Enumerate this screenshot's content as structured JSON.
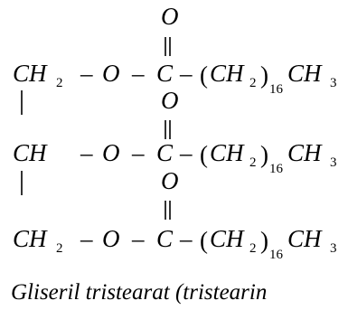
{
  "molecule": {
    "rows": [
      {
        "carbon_group": "CH",
        "carbon_subscript": "2",
        "oxygen": "O",
        "carbonyl_carbon": "C",
        "carbonyl_oxygen": "O",
        "open_paren": "(",
        "chain_group": "CH",
        "chain_subscript": "2",
        "close_paren": ")",
        "repeat_count": "16",
        "end_group": "CH",
        "end_subscript": "3"
      },
      {
        "carbon_group": "CH",
        "carbon_subscript": "",
        "oxygen": "O",
        "carbonyl_carbon": "C",
        "carbonyl_oxygen": "O",
        "open_paren": "(",
        "chain_group": "CH",
        "chain_subscript": "2",
        "close_paren": ")",
        "repeat_count": "16",
        "end_group": "CH",
        "end_subscript": "3"
      },
      {
        "carbon_group": "CH",
        "carbon_subscript": "2",
        "oxygen": "O",
        "carbonyl_carbon": "C",
        "carbonyl_oxygen": "O",
        "open_paren": "(",
        "chain_group": "CH",
        "chain_subscript": "2",
        "close_paren": ")",
        "repeat_count": "16",
        "end_group": "CH",
        "end_subscript": "3"
      }
    ],
    "bond_single": "–"
  },
  "caption": "Gliseril tristearat (tristearin"
}
